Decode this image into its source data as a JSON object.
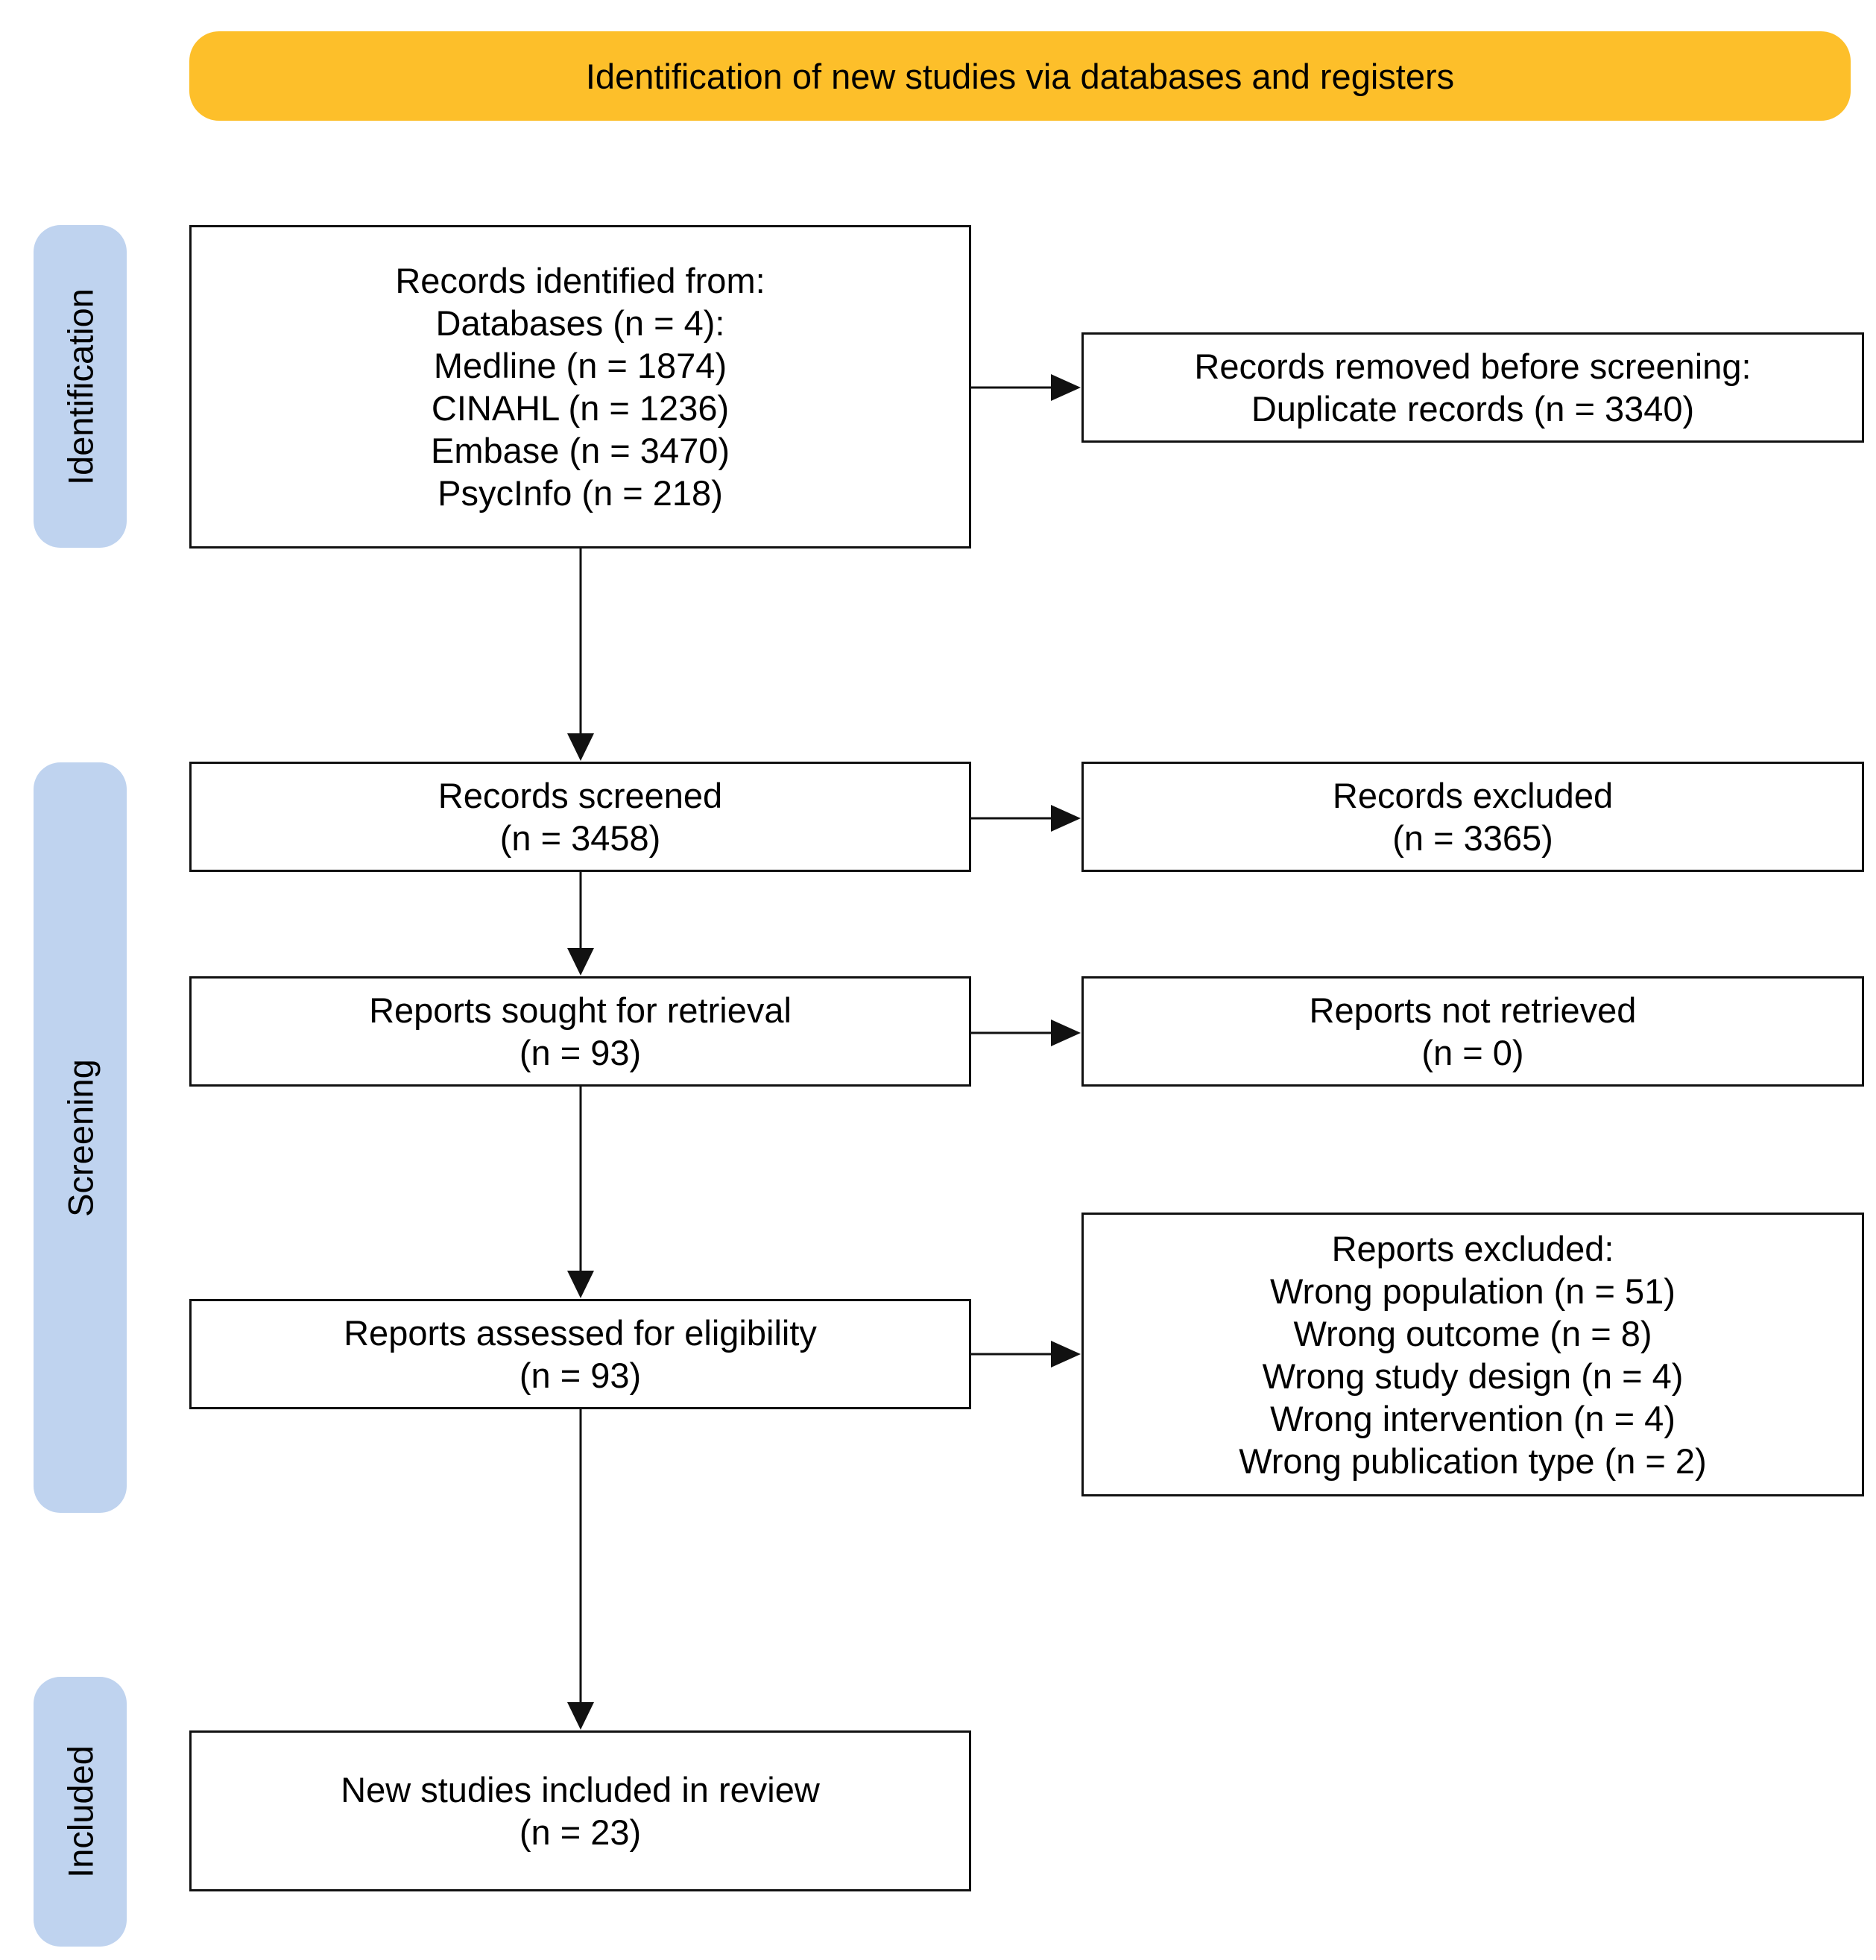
{
  "banner": "Identification of new studies via databases and registers",
  "phases": {
    "identification": "Identification",
    "screening": "Screening",
    "included": "Included"
  },
  "boxes": {
    "records_identified": {
      "lines": [
        "Records identified from:",
        "Databases (n = 4):",
        "Medline (n = 1874)",
        "CINAHL (n = 1236)",
        "Embase (n = 3470)",
        "PsycInfo (n = 218)"
      ]
    },
    "records_removed": {
      "lines": [
        "Records removed before screening:",
        "Duplicate records (n = 3340)"
      ]
    },
    "records_screened": {
      "lines": [
        "Records screened",
        "(n = 3458)"
      ]
    },
    "records_excluded": {
      "lines": [
        "Records excluded",
        "(n = 3365)"
      ]
    },
    "reports_sought": {
      "lines": [
        "Reports sought for retrieval",
        "(n = 93)"
      ]
    },
    "reports_not_retrieved": {
      "lines": [
        "Reports not retrieved",
        "(n = 0)"
      ]
    },
    "reports_assessed": {
      "lines": [
        "Reports assessed for eligibility",
        "(n = 93)"
      ]
    },
    "reports_excluded": {
      "lines": [
        "Reports excluded:",
        "Wrong population (n = 51)",
        "Wrong outcome (n = 8)",
        "Wrong study design (n = 4)",
        "Wrong intervention (n = 4)",
        "Wrong publication type (n = 2)"
      ]
    },
    "studies_included": {
      "lines": [
        "New studies included in review",
        "(n = 23)"
      ]
    }
  },
  "colors": {
    "banner": "#fdbf2a",
    "phase": "#bfd3ef",
    "border": "#111111"
  }
}
